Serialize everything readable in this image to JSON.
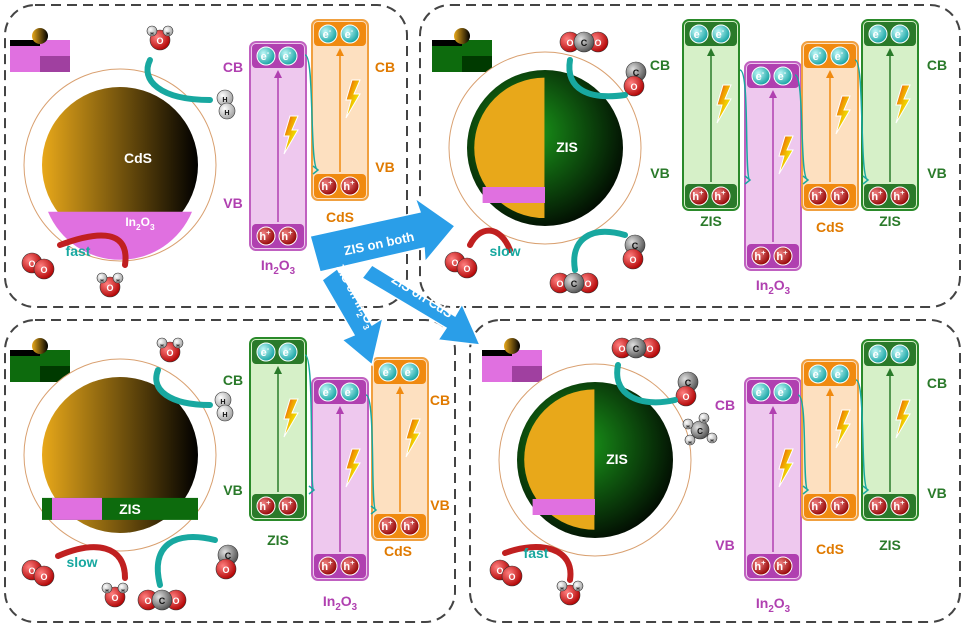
{
  "labels": {
    "cb": "CB",
    "vb": "VB",
    "cds": "CdS",
    "zis": "ZIS",
    "in2o3": "In",
    "in2o3_sub2": "2",
    "in2o3_o": "O",
    "in2o3_sub3": "3",
    "electron": "e",
    "electron_sup": "-",
    "hole": "h",
    "hole_sup": "+",
    "fast": "fast",
    "slow": "slow"
  },
  "molecule_atoms": {
    "h": "H",
    "o": "O",
    "c": "C"
  },
  "arrows": {
    "zis_on_both": "ZIS  on  both",
    "zis_on_in2o3": "ZIS on In",
    "zis_on_in2o3_sub2": "2",
    "zis_on_in2o3_o": "O",
    "zis_on_in2o3_sub3": "3",
    "zis_on_cds": "ZIS on CdS"
  },
  "colors": {
    "cds": "#e8a81a",
    "zis": "#0d6b0d",
    "in2o3": "#e070e0",
    "cb_cds": "#f08a10",
    "cb_zis": "#2a7a2a",
    "cb_in2o3": "#b040b0",
    "arrow_blue": "#2a9ee8",
    "arrow_teal": "#18a8a0",
    "arrow_red": "#c02020"
  }
}
